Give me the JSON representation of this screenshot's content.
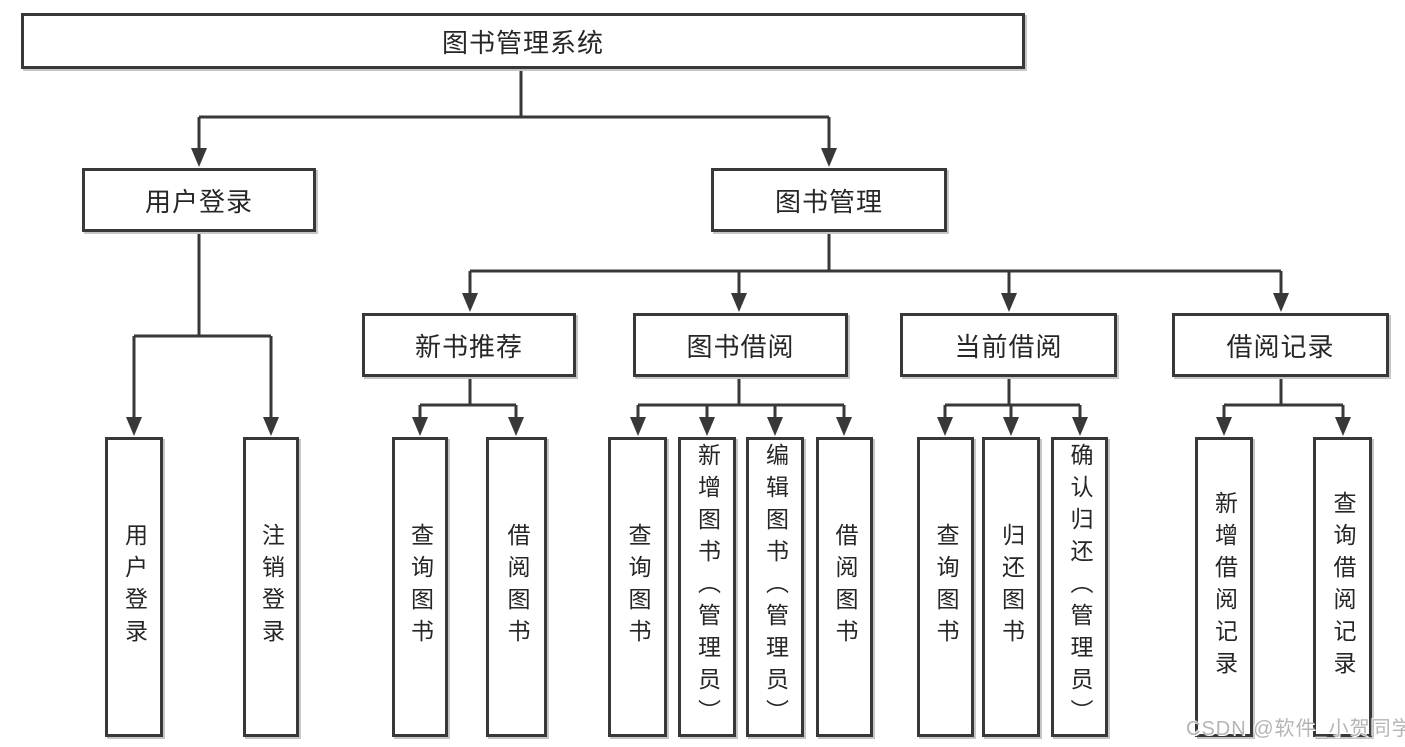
{
  "diagram": {
    "title": "图书管理系统",
    "level2": [
      {
        "label": "用户登录"
      },
      {
        "label": "图书管理"
      }
    ],
    "level3": [
      {
        "label": "新书推荐"
      },
      {
        "label": "图书借阅"
      },
      {
        "label": "当前借阅"
      },
      {
        "label": "借阅记录"
      }
    ],
    "leaves": {
      "login": [
        "用户登录",
        "注销登录"
      ],
      "recommend": [
        "查询图书",
        "借阅图书"
      ],
      "borrow": [
        "查询图书",
        "新增图书（管理员）",
        "编辑图书（管理员）",
        "借阅图书"
      ],
      "current": [
        "查询图书",
        "归还图书",
        "确认归还（管理员）"
      ],
      "records": [
        "新增借阅记录",
        "查询借阅记录"
      ]
    },
    "watermark": "CSDN @软件_小贺同学"
  },
  "colors": {
    "line": "#383838",
    "text": "#262626",
    "box_background": "#ffffff",
    "watermark": "#b5b5b5",
    "background": "#ffffff"
  }
}
